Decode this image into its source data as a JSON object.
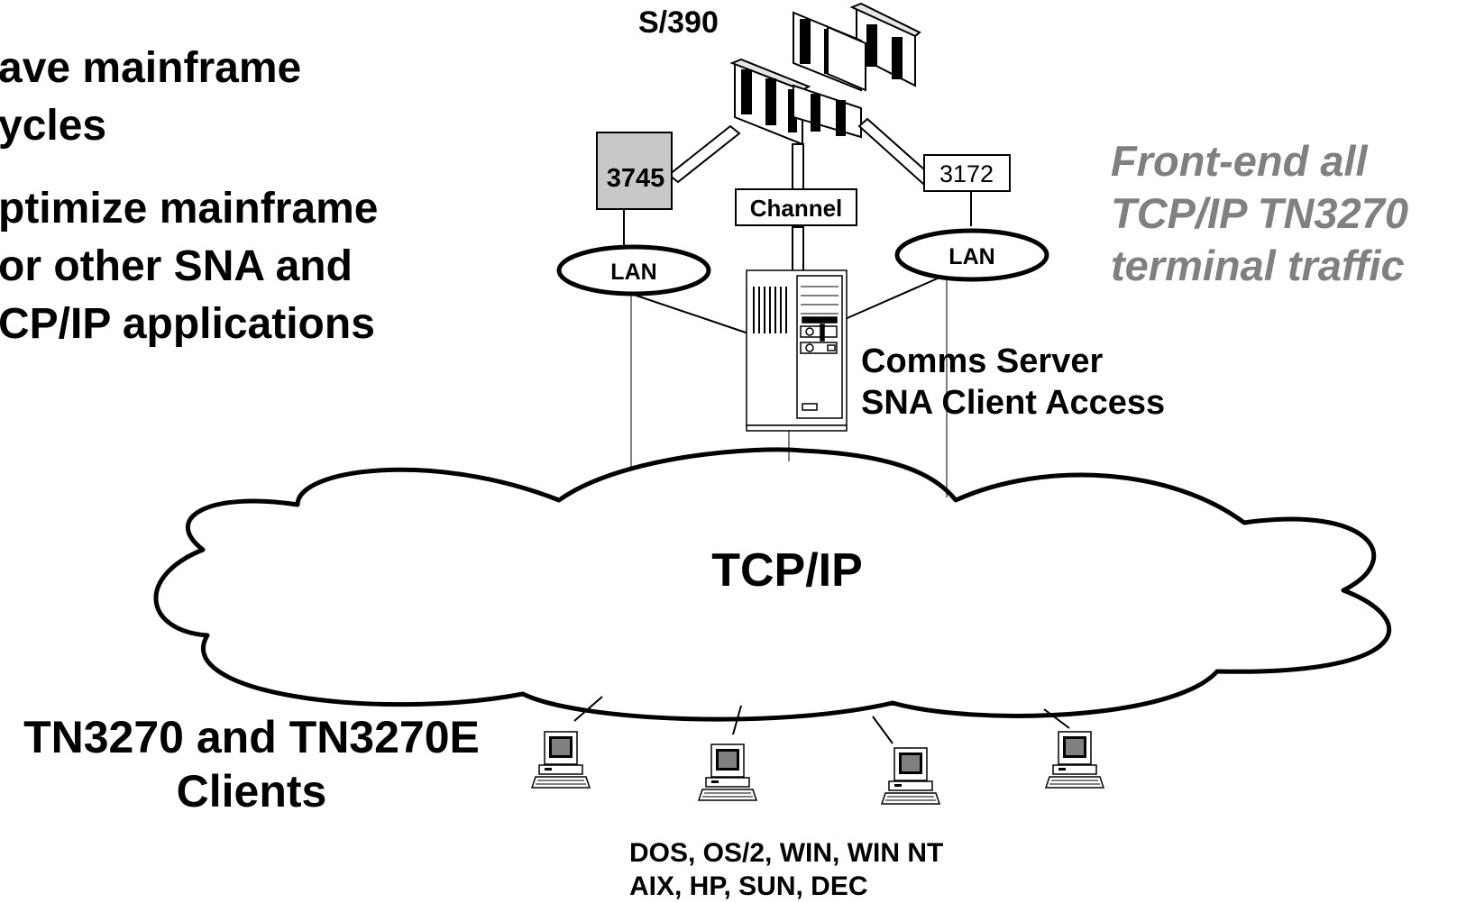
{
  "bullets": {
    "line1": "ave mainframe",
    "line2": "ycles",
    "line3": "ptimize mainframe",
    "line4": "or other SNA and",
    "line5": "CP/IP applications"
  },
  "callout": {
    "line1": "Front-end all",
    "line2": "TCP/IP TN3270",
    "line3": "terminal traffic"
  },
  "nodes": {
    "mainframe": "S/390",
    "controller_3745": "3745",
    "channel": "Channel",
    "controller_3172": "3172",
    "lan_left": "LAN",
    "lan_right": "LAN",
    "server_line1": "Comms Server",
    "server_line2": "SNA Client Access",
    "network": "TCP/IP"
  },
  "clients": {
    "title_line1": "TN3270 and TN3270E",
    "title_line2": "Clients",
    "platforms_line1": "DOS, OS/2, WIN, WIN NT",
    "platforms_line2": "AIX, HP, SUN, DEC"
  },
  "colors": {
    "callout_text": "#808080",
    "box_3745_fill": "#c8c8c8",
    "line": "#000000"
  }
}
